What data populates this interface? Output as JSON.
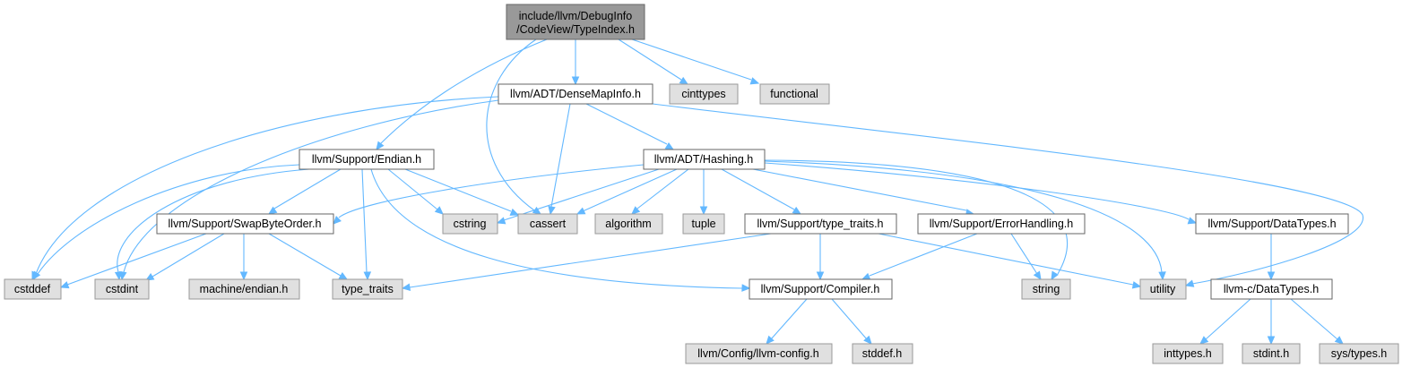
{
  "diagram": {
    "root": {
      "line1": "include/llvm/DebugInfo",
      "line2": "/CodeView/TypeIndex.h"
    },
    "headers": {
      "dense_map_info": "llvm/ADT/DenseMapInfo.h",
      "endian": "llvm/Support/Endian.h",
      "hashing": "llvm/ADT/Hashing.h",
      "swap_byte_order": "llvm/Support/SwapByteOrder.h",
      "type_traits_h": "llvm/Support/type_traits.h",
      "error_handling": "llvm/Support/ErrorHandling.h",
      "data_types_h": "llvm/Support/DataTypes.h",
      "compiler": "llvm/Support/Compiler.h",
      "llvm_c_data_types": "llvm-c/DataTypes.h"
    },
    "system": {
      "cinttypes": "cinttypes",
      "functional": "functional",
      "cstring": "cstring",
      "cassert": "cassert",
      "algorithm": "algorithm",
      "tuple": "tuple",
      "cstddef": "cstddef",
      "cstdint": "cstdint",
      "machine_endian": "machine/endian.h",
      "type_traits": "type_traits",
      "string": "string",
      "utility": "utility",
      "llvm_config": "llvm/Config/llvm-config.h",
      "stddef": "stddef.h",
      "inttypes": "inttypes.h",
      "stdint": "stdint.h",
      "sys_types": "sys/types.h"
    },
    "edge_color": "#63b8ff",
    "root_fill": "#999999",
    "system_fill": "#e0e0e0",
    "header_fill": "#ffffff"
  }
}
